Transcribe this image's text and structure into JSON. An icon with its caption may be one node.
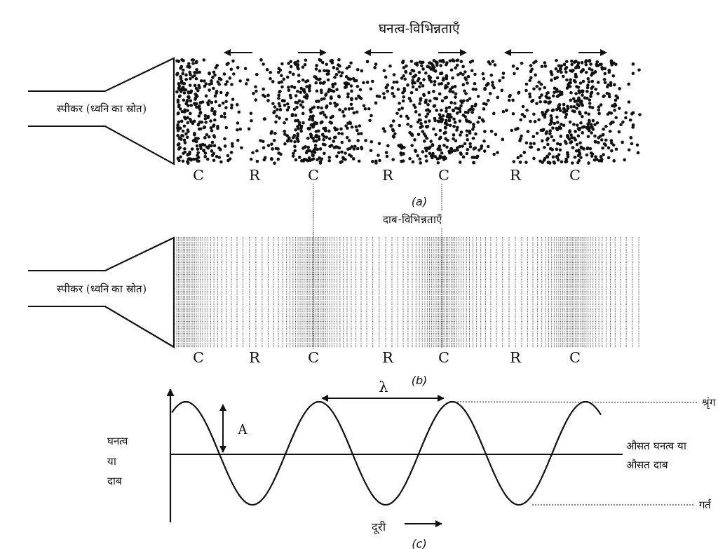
{
  "diagram": {
    "nodes": [
      {
        "text": [
          "स्पीकर (ध्वनि का स्रोत)"
        ]
      },
      {
        "text": [
          "स्पीकर (ध्वनि का स्रोत)"
        ]
      },
      {
        "text": [
          "श्रृंग"
        ]
      },
      {
        "text": [
          "गर्त"
        ]
      },
      {
        "text": [],
        "shape": "curve"
      }
    ],
    "edges": [
      {
        "from": 2,
        "to": 4,
        "arrow": "none",
        "style": "dashed"
      },
      {
        "from": 3,
        "to": 4,
        "arrow": "none",
        "style": "dashed"
      }
    ],
    "labels": [
      "घनत्व-विभिन्नताएँ",
      "C",
      "R",
      "C",
      "R",
      "C",
      "R",
      "C",
      "(a)",
      "दाब-विभिन्नताएँ",
      "C",
      "R",
      "C",
      "R",
      "C",
      "R",
      "C",
      "(b)",
      "λ",
      "A",
      "घनत्व या दाब",
      "औसत घनत्व या औसत दाब",
      "दूरी",
      "(c)"
    ]
  }
}
